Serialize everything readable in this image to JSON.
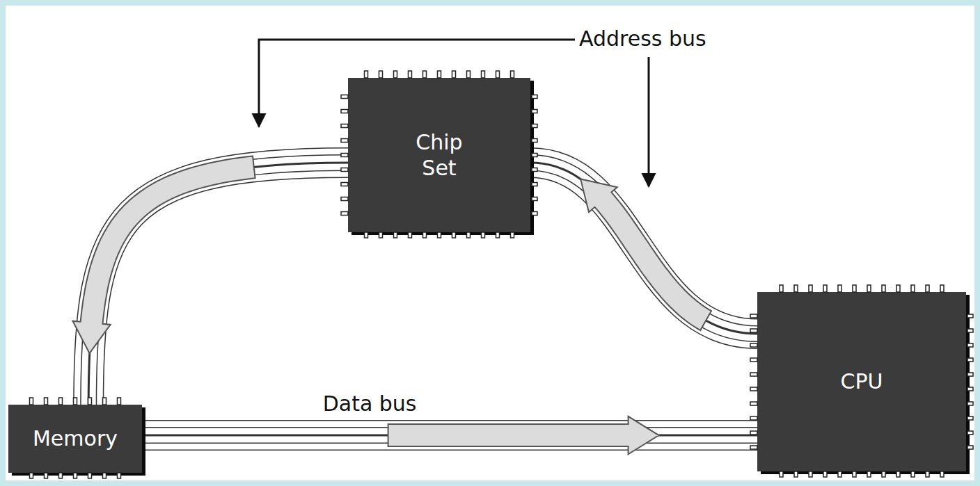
{
  "diagram": {
    "nodes": [
      {
        "text": [
          "Chip Set"
        ]
      },
      {
        "text": [
          "Memory"
        ]
      },
      {
        "text": [
          "CPU"
        ]
      }
    ],
    "edges": [
      {
        "from": 2,
        "to": 0,
        "arrow": "to"
      },
      {
        "from": 0,
        "to": 1,
        "arrow": "to"
      },
      {
        "from": 1,
        "to": 2,
        "label": "Data bus",
        "arrow": "to"
      }
    ],
    "labels": [
      "Address bus"
    ]
  }
}
